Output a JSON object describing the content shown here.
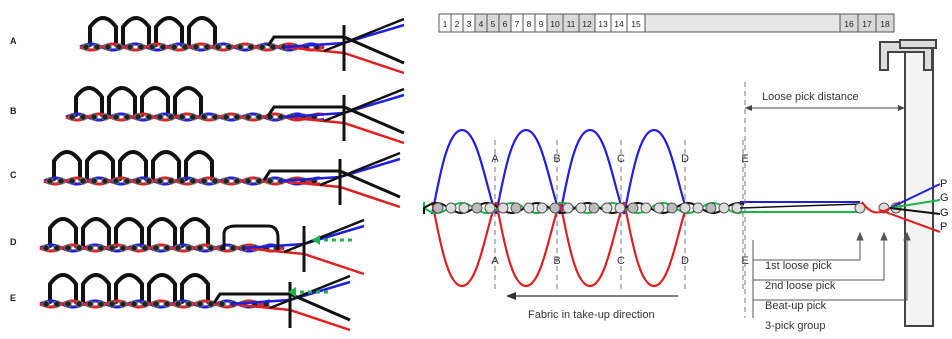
{
  "left_panel": {
    "rows": [
      {
        "label": "A"
      },
      {
        "label": "B"
      },
      {
        "label": "C"
      },
      {
        "label": "D"
      },
      {
        "label": "E"
      }
    ]
  },
  "right_panel": {
    "scale": [
      {
        "label": "1",
        "shaded": false
      },
      {
        "label": "2",
        "shaded": false
      },
      {
        "label": "3",
        "shaded": false
      },
      {
        "label": "4",
        "shaded": true
      },
      {
        "label": "5",
        "shaded": true
      },
      {
        "label": "6",
        "shaded": true
      },
      {
        "label": "7",
        "shaded": false
      },
      {
        "label": "8",
        "shaded": false
      },
      {
        "label": "9",
        "shaded": false
      },
      {
        "label": "10",
        "shaded": true
      },
      {
        "label": "11",
        "shaded": true
      },
      {
        "label": "12",
        "shaded": true
      },
      {
        "label": "13",
        "shaded": false
      },
      {
        "label": "14",
        "shaded": false
      },
      {
        "label": "15",
        "shaded": false
      },
      {
        "label": "16",
        "shaded": true
      },
      {
        "label": "17",
        "shaded": true
      },
      {
        "label": "18",
        "shaded": true
      }
    ],
    "loop_labels_top": [
      "A",
      "B",
      "C",
      "D",
      "E"
    ],
    "loop_labels_bottom": [
      "A",
      "B",
      "C",
      "D",
      "E"
    ],
    "loose_pick_distance": "Loose pick distance",
    "fabric_direction": "Fabric in take-up direction",
    "pick_labels": [
      "1st loose pick",
      "2nd loose pick",
      "Beat-up pick",
      "3-pick group"
    ],
    "edge_labels": [
      "P",
      "G",
      "G",
      "P"
    ]
  },
  "colors": {
    "blue": "#1f1fe0",
    "red": "#e02020",
    "green": "#18b848",
    "black": "#111111",
    "grey": "#888888"
  }
}
